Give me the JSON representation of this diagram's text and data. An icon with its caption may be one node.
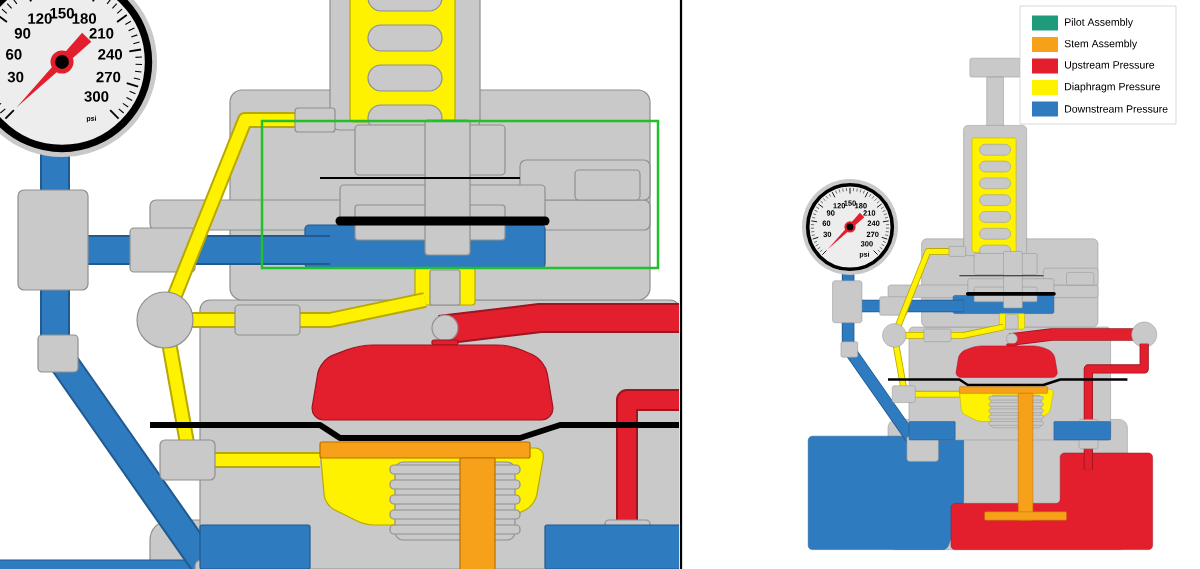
{
  "diagram": {
    "labels": [
      "30",
      "60",
      "90",
      "120",
      "150",
      "180",
      "210",
      "240",
      "270",
      "300",
      "psi",
      "30",
      "60",
      "90",
      "120",
      "150",
      "180",
      "210",
      "240",
      "270",
      "300",
      "psi"
    ],
    "legend": [
      {
        "text": "Pilot Assembly",
        "color": "#1f9a7a"
      },
      {
        "text": "Stem Assembly",
        "color": "#f7a11a"
      },
      {
        "text": "Upstream Pressure",
        "color": "#e31e2d"
      },
      {
        "text": "Diaphragm Pressure",
        "color": "#fff200"
      },
      {
        "text": "Downstream Pressure",
        "color": "#2f7bbf"
      }
    ]
  }
}
